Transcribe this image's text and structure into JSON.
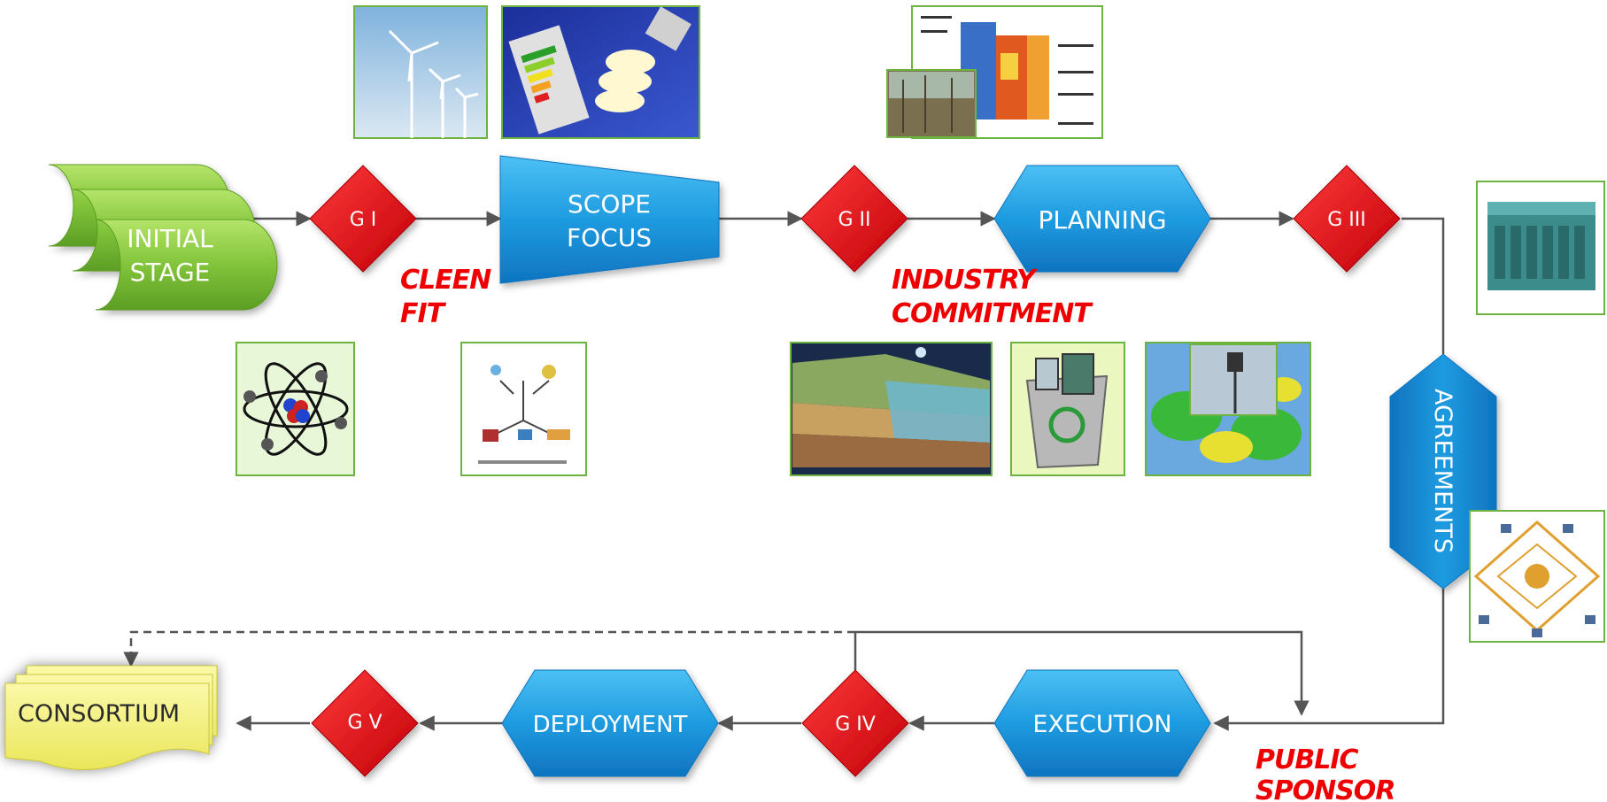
{
  "stages": {
    "initial": "INITIAL STAGE",
    "scope_line1": "SCOPE",
    "scope_line2": "FOCUS",
    "planning": "PLANNING",
    "agreements": "AGREEMENTS",
    "execution": "EXECUTION",
    "deployment": "DEPLOYMENT",
    "consortium": "CONSORTIUM"
  },
  "initial_lines": [
    "INITIAL",
    "STAGE"
  ],
  "gates": [
    "G I",
    "G II",
    "G III",
    "G IV",
    "G V"
  ],
  "notes": {
    "cleen_line1": "CLEEN",
    "cleen_line2": "FIT",
    "industry_line1": "INDUSTRY",
    "industry_line2": "COMMITMENT",
    "public_line1": "PUBLIC",
    "public_line2": "SPONSOR"
  },
  "colors": {
    "green_stage": "#7cc234",
    "blue_stage": "#1e9be0",
    "gate_red": "#e8000a",
    "note_red": "#ee0000",
    "consortium_yellow": "#f4f17a",
    "connector": "#555555",
    "picture_border": "#6cb33f"
  },
  "icons": [
    "wind-turbines-photo",
    "energy-saving-bulb-photo",
    "power-plant-diagram-photo",
    "marine-engine-photo",
    "atom-icon",
    "energy-grid-diagram-icon",
    "co2-storage-diagram-photo",
    "recycling-bin-icon",
    "weather-radar-photo",
    "network-hub-diagram-icon"
  ]
}
